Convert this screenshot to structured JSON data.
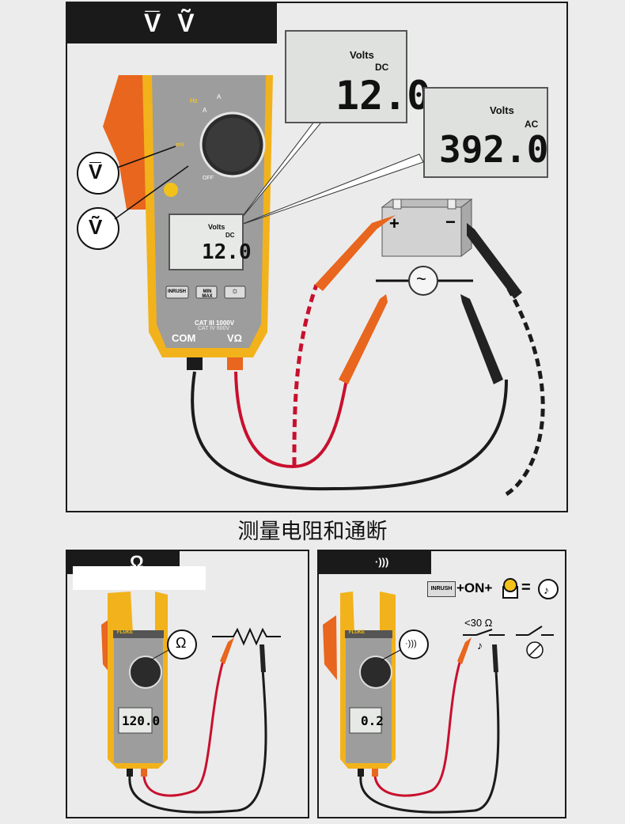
{
  "top_panel": {
    "tab_label": "V̅ Ṽ",
    "dc_lcd": {
      "label": "Volts",
      "unit": "DC",
      "value": "12.0"
    },
    "ac_lcd": {
      "label": "Volts",
      "unit": "AC",
      "value": "392.0"
    },
    "meter_lcd": {
      "label": "Volts",
      "unit": "DC",
      "value": "12.0"
    },
    "callout_dc": "V̅",
    "callout_ac": "Ṽ",
    "buttons": [
      "INRUSH",
      "MIN MAX",
      "☼"
    ],
    "rating": "CAT III 1000V",
    "rating2": "CAT IV 600V",
    "terminal_com": "COM",
    "terminal_v": "VΩ",
    "dial_labels": [
      "Hz",
      "A",
      "A",
      "OFF",
      "mV"
    ],
    "battery_plus": "+",
    "battery_minus": "−",
    "ac_source_symbol": "~"
  },
  "caption": "测量电阻和通断",
  "bottom_left": {
    "tab_label": "Ω",
    "callout": "Ω",
    "meter_lcd_value": "120.0",
    "brand": "FLUKE"
  },
  "bottom_right": {
    "tab_label": "·)))",
    "formula_button": "INRUSH",
    "formula_plus_on": "+ON+",
    "formula_equals": "=",
    "threshold": "<30 Ω",
    "callout": "·)))",
    "meter_lcd_value": "0.2",
    "brand": "FLUKE"
  },
  "colors": {
    "fluke_yellow": "#f2b21b",
    "meter_gray": "#9a9a9a",
    "clamp_orange": "#e8661e",
    "lead_red": "#c8102e",
    "lead_black": "#1b1b1b",
    "probe_orange": "#e8661e"
  }
}
